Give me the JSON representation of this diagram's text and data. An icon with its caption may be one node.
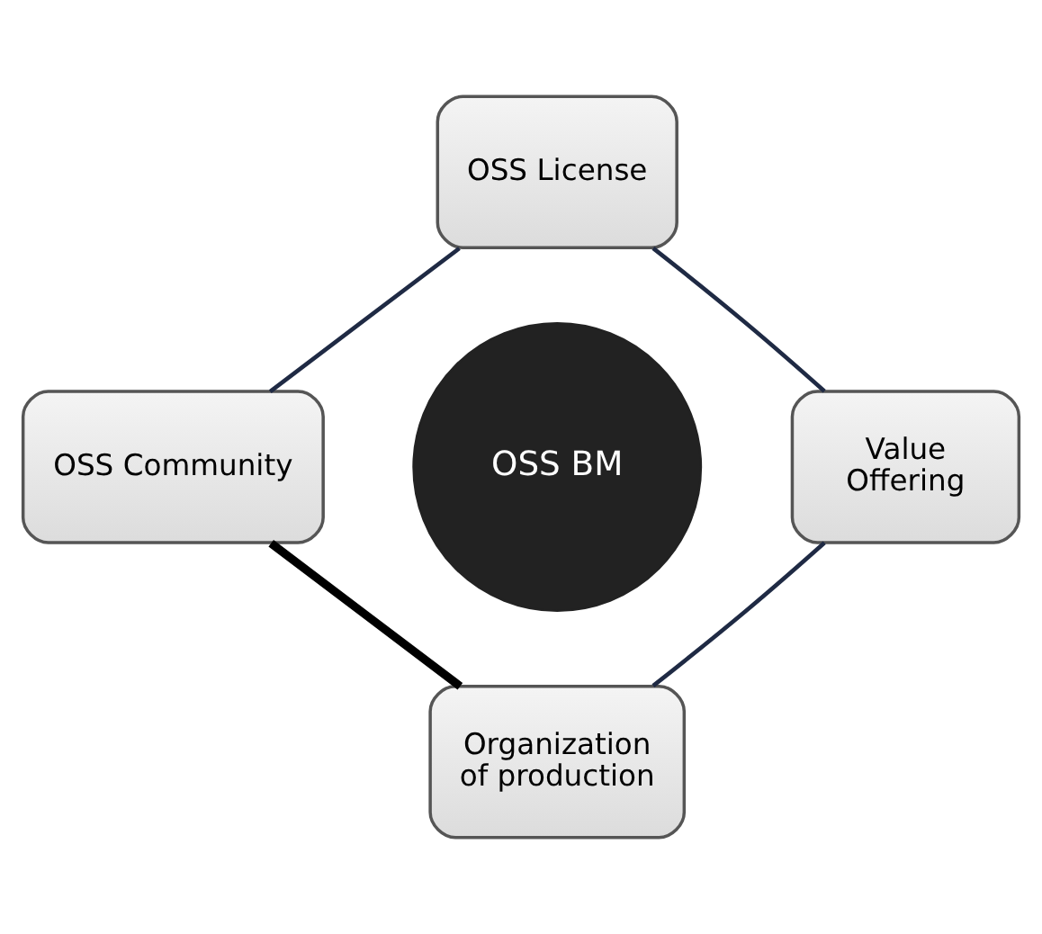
{
  "diagram": {
    "nodes": [
      {
        "text": [
          "OSS License"
        ]
      },
      {
        "text": [
          "OSS Community"
        ]
      },
      {
        "text": [
          "OSS BM"
        ]
      },
      {
        "text": [
          "Value Offering"
        ]
      },
      {
        "text": [
          "Organization of production"
        ]
      }
    ],
    "edges": [
      {
        "from": 0,
        "to": 3,
        "arrow": "none"
      },
      {
        "from": 3,
        "to": 4,
        "arrow": "none"
      },
      {
        "from": 4,
        "to": 1,
        "arrow": "none",
        "style": "thick",
        "color": "#000000"
      },
      {
        "from": 1,
        "to": 0,
        "arrow": "none"
      }
    ]
  }
}
